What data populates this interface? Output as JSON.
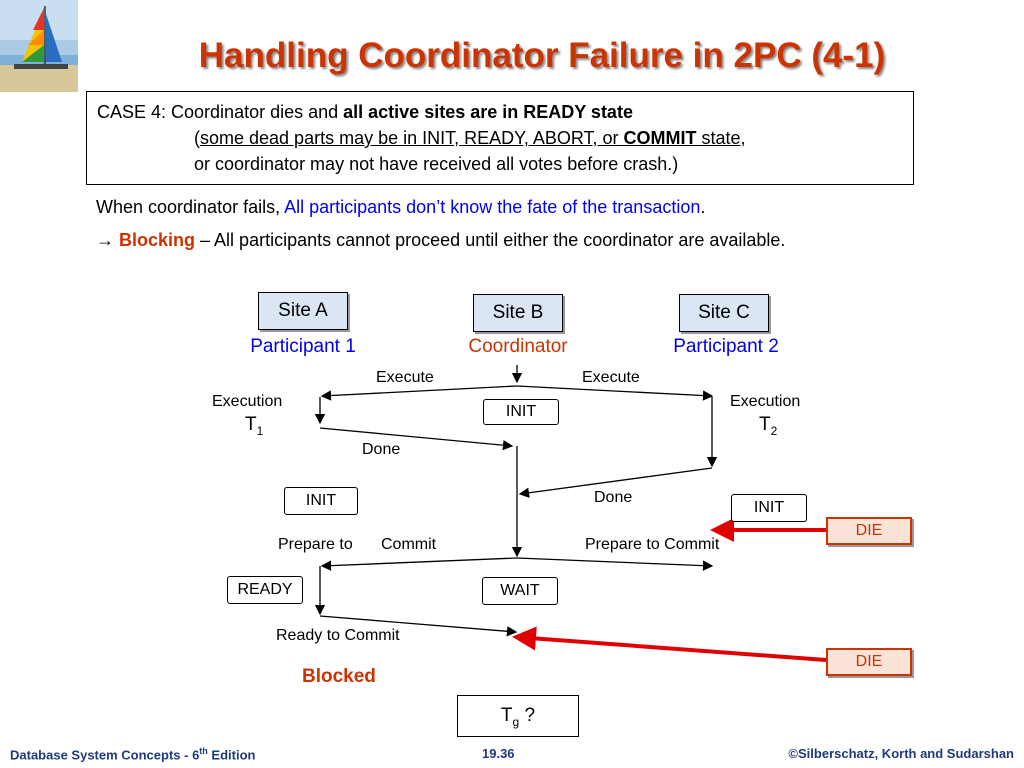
{
  "title": "Handling Coordinator Failure in 2PC (4-1)",
  "case_box": {
    "line1_prefix": "CASE 4: Coordinator dies and ",
    "line1_bold": "all active sites are in READY state",
    "line2_open": "(",
    "line2_underlined": "some dead parts may be in INIT, READY, ABORT, or ",
    "line2_bold_underlined": "COMMIT",
    "line2_state": " state",
    "line2_comma": ",",
    "line3": "or coordinator may not have received all votes before crash.)"
  },
  "statement": {
    "prefix": "When coordinator fails, ",
    "highlight": "All participants don’t know the fate of the transaction",
    "suffix": "."
  },
  "blocking": {
    "arrow": "→",
    "keyword": "Blocking",
    "text": " – All participants cannot proceed until either the coordinator are available."
  },
  "sites": {
    "a": {
      "label": "Site A",
      "role": "Participant 1"
    },
    "b": {
      "label": "Site B",
      "role": "Coordinator"
    },
    "c": {
      "label": "Site C",
      "role": "Participant 2"
    }
  },
  "diagram": {
    "execute_left": "Execute",
    "execute_right": "Execute",
    "execution_left": "Execution",
    "execution_right": "Execution",
    "t1": "T",
    "t1_sub": "1",
    "t2": "T",
    "t2_sub": "2",
    "init_b": "INIT",
    "done_left": "Done",
    "done_right": "Done",
    "init_a": "INIT",
    "init_c": "INIT",
    "die_1": "DIE",
    "prepare_left_a": "Prepare to",
    "prepare_left_b": "Commit",
    "prepare_right": "Prepare to Commit",
    "ready_a": "READY",
    "wait_b": "WAIT",
    "ready_to_commit": "Ready to Commit",
    "die_2": "DIE",
    "blocked": "Blocked",
    "tg": "T",
    "tg_sub": "g",
    "tg_q": " ?"
  },
  "footer": {
    "left_prefix": "Database System Concepts - 6",
    "left_sup": "th",
    "left_suffix": " Edition",
    "center": "19.36",
    "right": "©Silberschatz, Korth and Sudarshan"
  }
}
